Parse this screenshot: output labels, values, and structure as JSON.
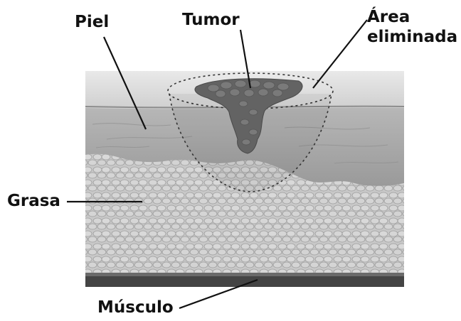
{
  "labels": {
    "skin": "Piel",
    "tumor": "Tumor",
    "removed_area": [
      "Área",
      "eliminada"
    ],
    "fat": "Grasa",
    "muscle": "Músculo"
  },
  "colors": {
    "skin_surface": "#d8d8d8",
    "dermis": "#a9a9a9",
    "fat": "#c6c6c6",
    "fat_cell_outline": "#9c9c9c",
    "muscle": "#3f3f3f",
    "tumor": "#666666",
    "leader_line": "#111111"
  }
}
